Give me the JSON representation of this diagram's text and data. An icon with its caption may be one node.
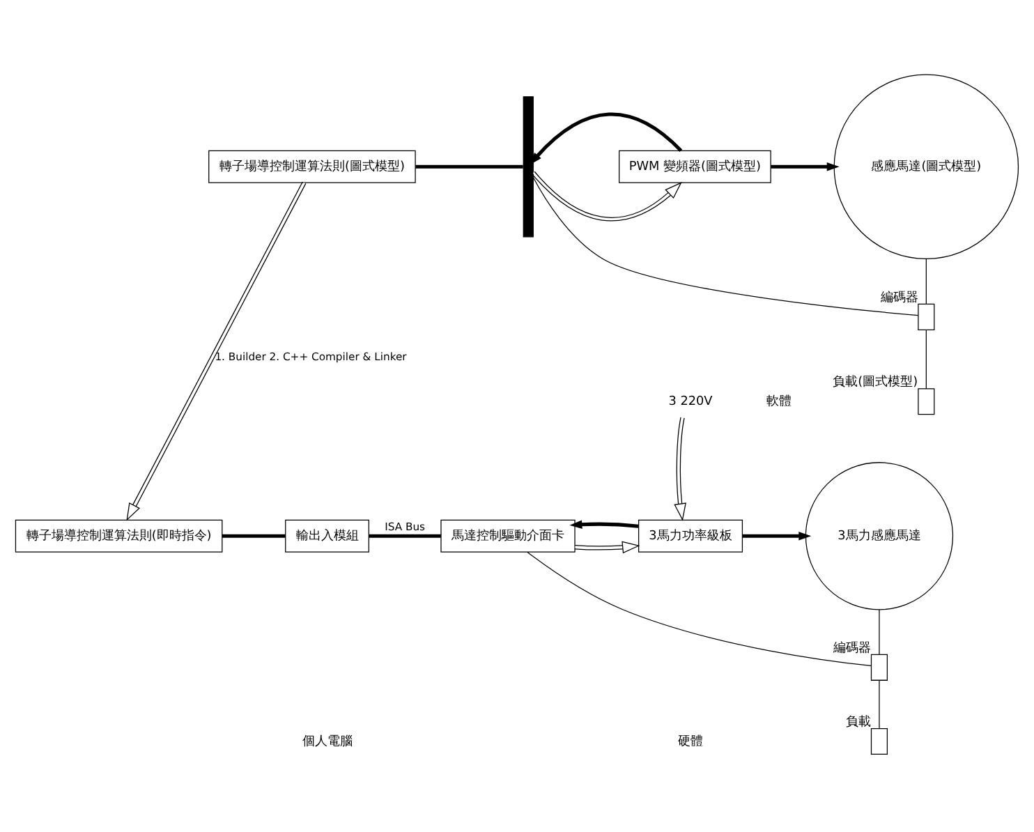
{
  "diagram": {
    "nodes": [
      {
        "text": [
          "轉子場導控制運算法則(圖式模型)"
        ]
      },
      {
        "text": [],
        "shape": "bar"
      },
      {
        "text": [
          "PWM 變頻器(圖式模型)"
        ]
      },
      {
        "text": [
          "感應馬達(圖式模型)"
        ]
      },
      {
        "text": [],
        "shape": "box",
        "beside": [
          "編碼器"
        ]
      },
      {
        "text": [],
        "shape": "box",
        "beside": [
          "負載(圖式模型)"
        ]
      },
      {
        "text": [
          "轉子場導控制運算法則(即時指令)"
        ]
      },
      {
        "text": [
          "輸出入模組"
        ]
      },
      {
        "text": [
          "馬達控制驅動介面卡"
        ]
      },
      {
        "text": [
          "3馬力功率級板"
        ]
      },
      {
        "text": [
          "3馬力感應馬達"
        ]
      },
      {
        "text": [],
        "shape": "box",
        "beside": [
          "編碼器"
        ]
      },
      {
        "text": [],
        "shape": "box",
        "beside": [
          "負載"
        ]
      },
      {
        "text": [
          "3 220V"
        ]
      }
    ],
    "edges": [
      {
        "from": 0,
        "to": 1,
        "arrow": "none",
        "style": "thick"
      },
      {
        "from": 1,
        "to": 2,
        "arrow": "to"
      },
      {
        "from": 2,
        "to": 3,
        "arrow": "to",
        "style": "thick"
      },
      {
        "from": 2,
        "to": 1,
        "arrow": "to",
        "style": "thick"
      },
      {
        "from": 3,
        "to": 4,
        "arrow": "none"
      },
      {
        "from": 4,
        "to": 5,
        "arrow": "none"
      },
      {
        "from": 4,
        "to": 1,
        "arrow": "none"
      },
      {
        "from": 0,
        "to": 6,
        "arrow": "to",
        "label": "1. Builder 2. C++ Compiler & Linker"
      },
      {
        "from": 6,
        "to": 7,
        "arrow": "none",
        "style": "thick"
      },
      {
        "from": 7,
        "to": 8,
        "arrow": "none",
        "style": "thick",
        "label": "ISA Bus"
      },
      {
        "from": 8,
        "to": 9,
        "arrow": "to"
      },
      {
        "from": 9,
        "to": 10,
        "arrow": "to",
        "style": "thick"
      },
      {
        "from": 9,
        "to": 8,
        "arrow": "to",
        "style": "thick"
      },
      {
        "from": 10,
        "to": 11,
        "arrow": "none"
      },
      {
        "from": 11,
        "to": 12,
        "arrow": "none"
      },
      {
        "from": 11,
        "to": 8,
        "arrow": "none"
      },
      {
        "from": 13,
        "to": 9,
        "arrow": "to"
      }
    ],
    "labels": [
      "軟體",
      "硬體",
      "個人電腦"
    ]
  }
}
